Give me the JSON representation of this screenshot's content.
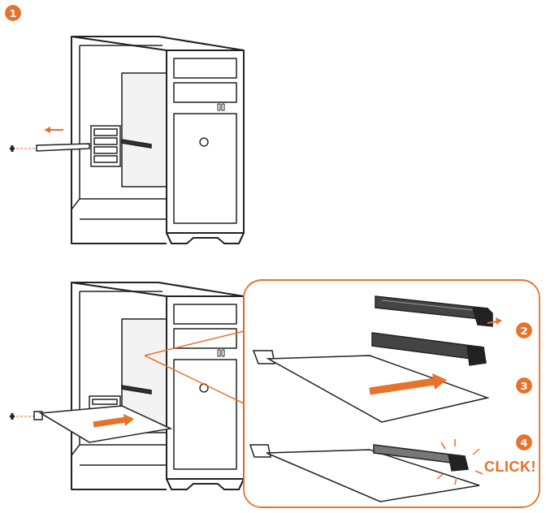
{
  "diagram": {
    "labels": [
      "1",
      "2",
      "3",
      "4",
      "CLICK!"
    ]
  }
}
